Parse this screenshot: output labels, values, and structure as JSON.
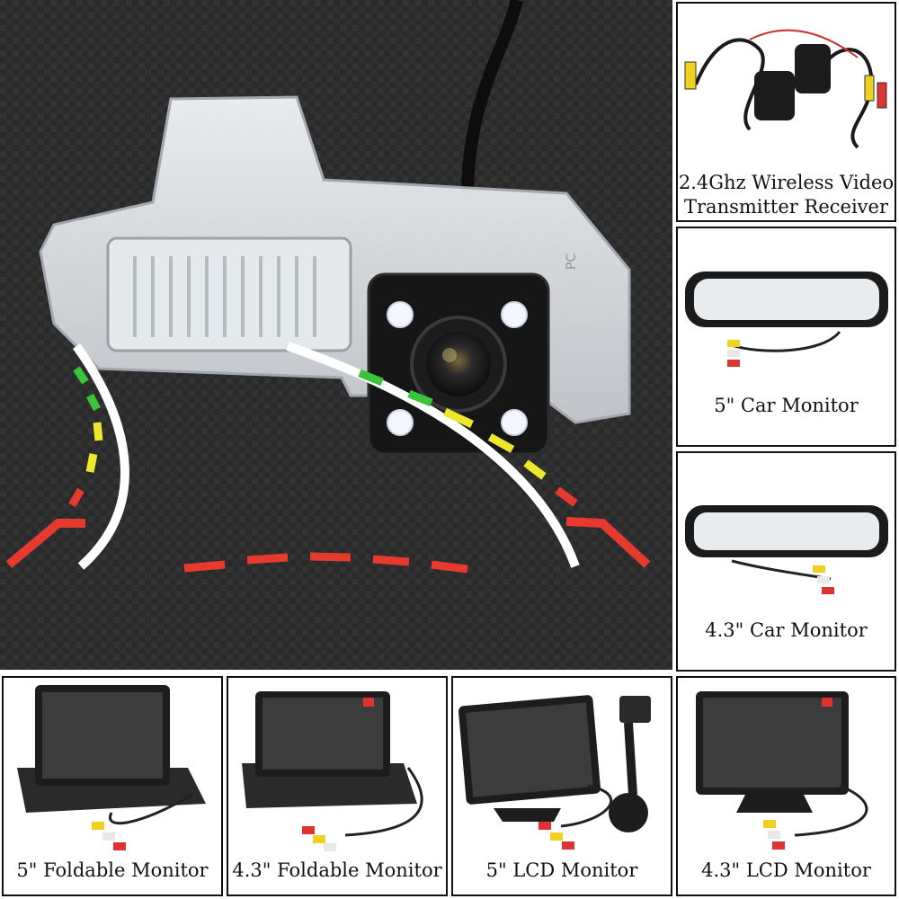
{
  "hero": {
    "housing_text": "PC"
  },
  "panels": {
    "wireless": {
      "caption_line1": "2.4Ghz Wireless Video",
      "caption_line2": "Transmitter Receiver"
    },
    "car_monitor_5": {
      "caption": "5\" Car Monitor"
    },
    "car_monitor_43": {
      "caption": "4.3\" Car Monitor"
    },
    "foldable_5": {
      "caption": "5\" Foldable Monitor"
    },
    "foldable_43": {
      "caption": "4.3\" Foldable Monitor"
    },
    "lcd_5": {
      "caption": "5\" LCD Monitor"
    },
    "lcd_43": {
      "caption": "4.3\" LCD Monitor"
    }
  }
}
